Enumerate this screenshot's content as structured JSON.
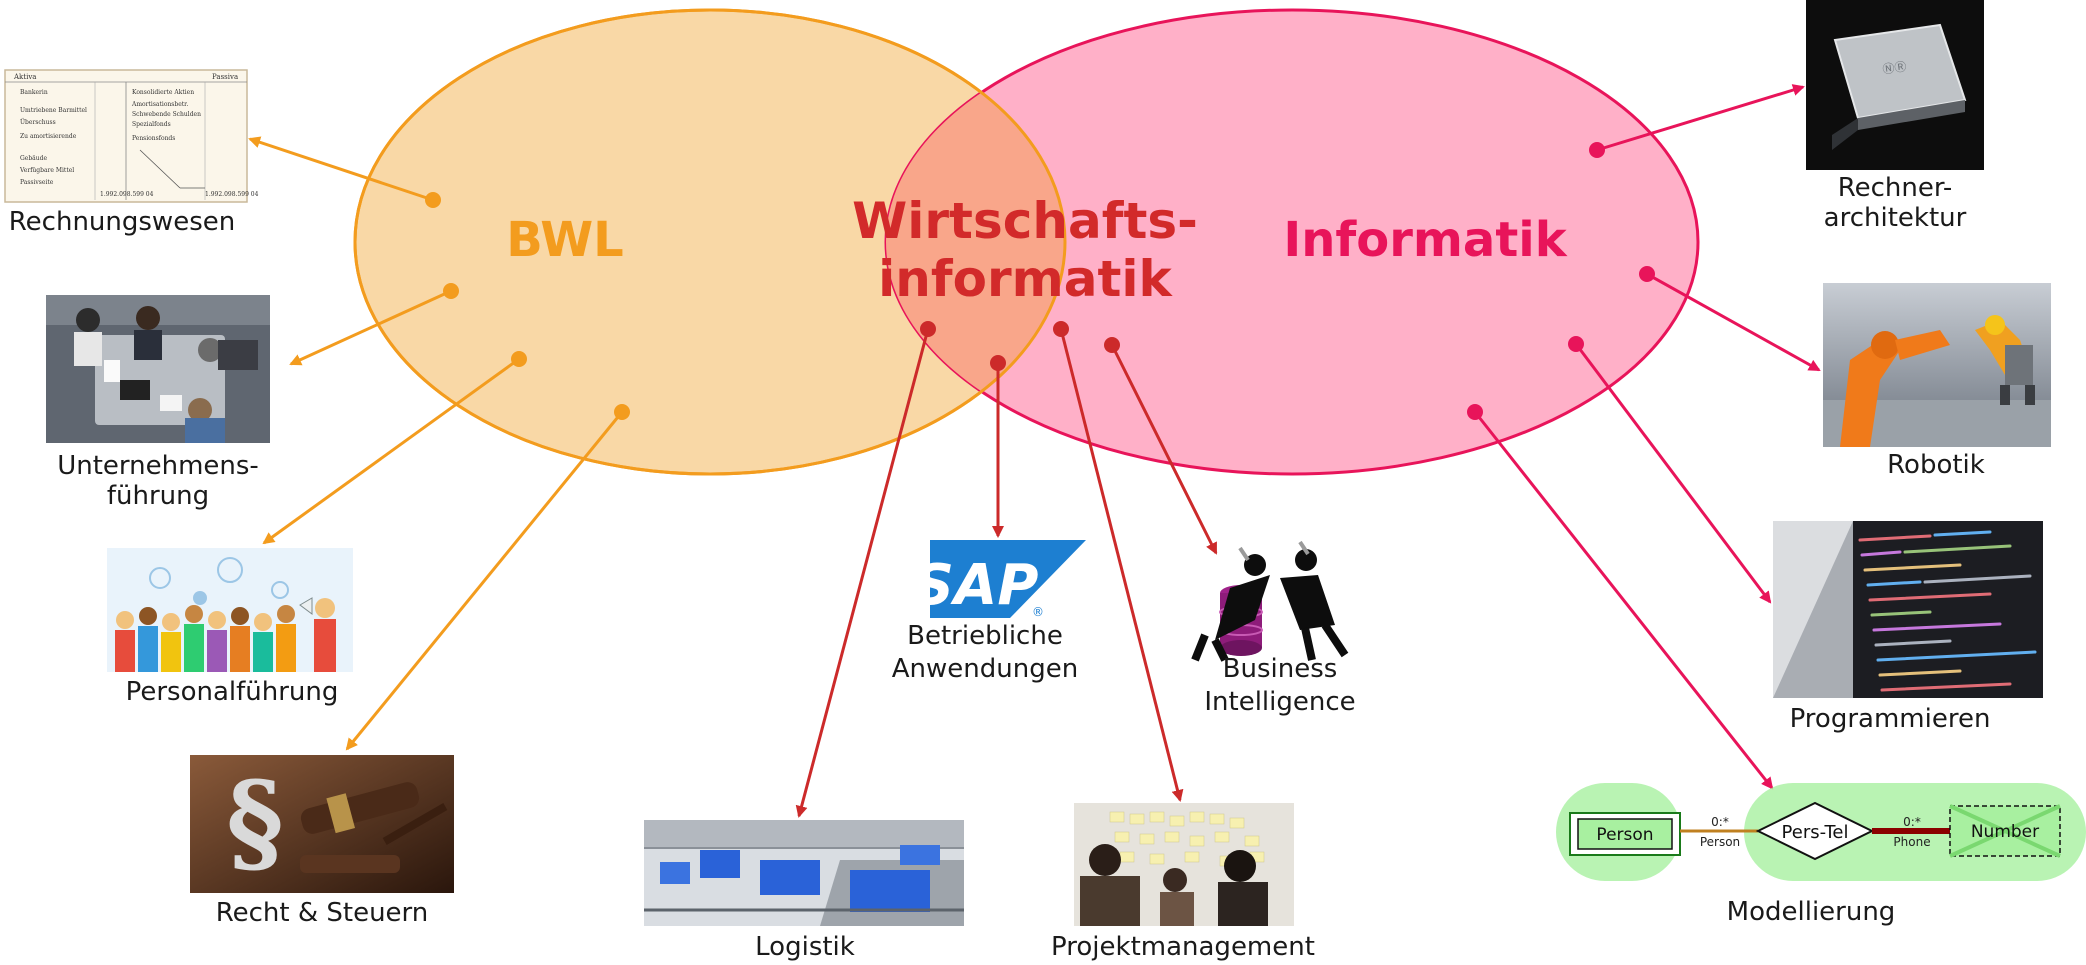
{
  "circles": {
    "bwl": "BWL",
    "wi_line1": "Wirtschafts-",
    "wi_line2": "informatik",
    "informatik": "Informatik"
  },
  "colors": {
    "bwl_fill": "#f9d8a6",
    "bwl_stroke": "#f39c1e",
    "bwl_text": "#f39c1e",
    "inf_fill": "#ffb0c8",
    "inf_stroke": "#e8145a",
    "inf_text": "#e8145a",
    "wi_fill": "#f9a68a",
    "wi_text": "#d22a2a",
    "wi_arrow": "#cc2a2a"
  },
  "labels": {
    "rechnungswesen": "Rechnungswesen",
    "unternehmens_1": "Unternehmens-",
    "unternehmens_2": "führung",
    "personal": "Personalführung",
    "recht": "Recht & Steuern",
    "rechner_1": "Rechner-",
    "rechner_2": "architektur",
    "robotik": "Robotik",
    "programmieren": "Programmieren",
    "modellierung": "Modellierung",
    "betrieb_1": "Betriebliche",
    "betrieb_2": "Anwendungen",
    "bi_1": "Business",
    "bi_2": "Intelligence",
    "logistik": "Logistik",
    "projekt": "Projektmanagement"
  },
  "sap_logo": "SAP",
  "accounting_sheet": {
    "left_header": "Aktiva",
    "right_header": "Passiva",
    "left_rows": [
      "Bankerin",
      "Umtriebene Barmittel",
      "Überschuss",
      "Zu amortisierende",
      "Gebäude",
      "Verfügbare Mittel",
      "Passivseite"
    ],
    "right_rows": [
      "Konsolidierte Aktien",
      "Amortisationsbetr.",
      "Schwebende Schulden",
      "Spezialfonds",
      "Pensionsfonds"
    ],
    "total": "1.992.098.599 04"
  },
  "er_diagram": {
    "entity_person": "Person",
    "relationship": "Pers-Tel",
    "entity_number": "Number",
    "card_left": "0:*",
    "role_left": "Person",
    "card_right": "0:*",
    "role_right": "Phone"
  }
}
